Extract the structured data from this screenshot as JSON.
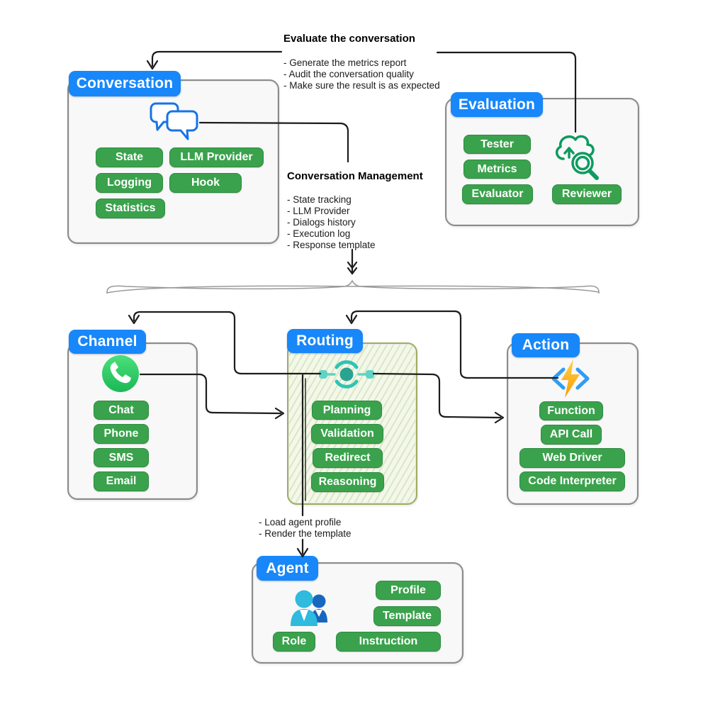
{
  "annotations": {
    "evaluate": {
      "title": "Evaluate the conversation",
      "bullets": [
        "- Generate the metrics report",
        "- Audit the conversation quality",
        "- Make sure the result is as expected"
      ]
    },
    "conv_mgmt": {
      "title": "Conversation Management",
      "bullets": [
        "- State tracking",
        "- LLM Provider",
        "- Dialogs history",
        "- Execution log",
        "- Response template"
      ]
    },
    "agent_note": {
      "bullets": [
        "- Load agent profile",
        "- Render the template"
      ]
    }
  },
  "boxes": {
    "conversation": {
      "title": "Conversation",
      "icon": "chat-bubbles-icon",
      "pills": [
        "State",
        "LLM Provider",
        "Logging",
        "Hook",
        "Statistics"
      ]
    },
    "evaluation": {
      "title": "Evaluation",
      "icon": "cloud-search-icon",
      "pills": [
        "Tester",
        "Metrics",
        "Evaluator",
        "Reviewer"
      ]
    },
    "channel": {
      "title": "Channel",
      "icon": "whatsapp-icon",
      "pills": [
        "Chat",
        "Phone",
        "SMS",
        "Email"
      ]
    },
    "routing": {
      "title": "Routing",
      "icon": "router-node-icon",
      "pills": [
        "Planning",
        "Validation",
        "Redirect",
        "Reasoning"
      ]
    },
    "action": {
      "title": "Action",
      "icon": "function-lightning-icon",
      "pills": [
        "Function",
        "API Call",
        "Web Driver",
        "Code Interpreter"
      ]
    },
    "agent": {
      "title": "Agent",
      "icon": "people-icon",
      "pills": [
        "Profile",
        "Template",
        "Role",
        "Instruction"
      ]
    }
  },
  "colors": {
    "accent_blue": "#1787fa",
    "pill_green": "#3aa24c",
    "routing_bg": "#f3f8ea",
    "routing_border": "#9fae63",
    "whatsapp_green": "#25d366",
    "eval_icon_green": "#0e9b5f",
    "router_teal": "#2ec4b6",
    "bolt_yellow": "#ffc93d",
    "line_color": "#1c1c1c"
  }
}
